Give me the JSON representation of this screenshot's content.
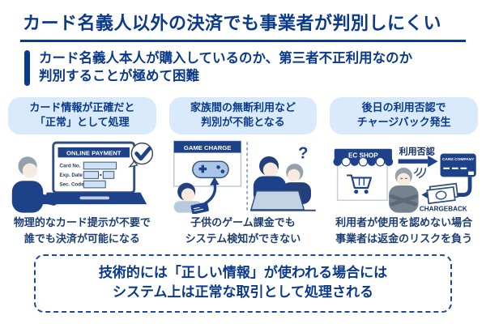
{
  "colors": {
    "navy": "#0a3a8c",
    "caption_navy": "#1c3e73",
    "pill_bg": "#d8eafb",
    "illustration_navy": "#1e4289",
    "light_blue": "#aac6e6",
    "pale_blue": "#cfe1f4",
    "grey": "#93a1ad",
    "dark_grey": "#75828f",
    "skin": "#f7ebe0"
  },
  "header": {
    "title": "カード名義人以外の決済でも事業者が判別しにくい",
    "lead_line1": "カード名義人本人が購入しているのか、第三者不正利用なのか",
    "lead_line2": "判別することが極めて困難"
  },
  "columns": [
    {
      "pill": {
        "line1": "カード情報が正確だと",
        "line2": "「正常」として処理"
      },
      "illustration": {
        "screen_title": "ONLINE PAYMENT",
        "field1": "Card No.",
        "field2": "Exp. Date",
        "field3": "Sec. Code"
      },
      "caption": {
        "line1": "物理的なカード提示が不要で",
        "line2": "誰でも決済が可能になる"
      }
    },
    {
      "pill": {
        "line1": "家族間の無断利用など",
        "line2": "判別が不能となる"
      },
      "illustration": {
        "panel_title": "GAME CHARGE",
        "question_mark": "?"
      },
      "caption": {
        "line1": "子供のゲーム課金でも",
        "line2": "システム検知ができない"
      }
    },
    {
      "pill": {
        "line1": "後日の利用否認で",
        "line2": "チャージバック発生"
      },
      "illustration": {
        "shop_sign": "EC SHOP",
        "denial_label": "利用否認",
        "card_label": "CARD COMPANY",
        "chargeback_label": "CHARGEBACK"
      },
      "caption": {
        "line1": "利用者が使用を認めない場合",
        "line2": "事業者は返金のリスクを負う"
      }
    }
  ],
  "footer": {
    "line1": "技術的には「正しい情報」が使われる場合には",
    "line2": "システム上は正常な取引として処理される"
  }
}
